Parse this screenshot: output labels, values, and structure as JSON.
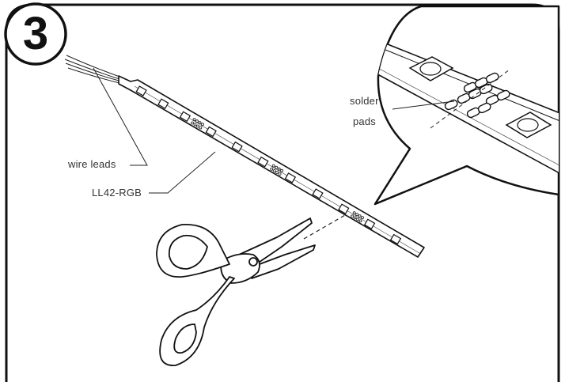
{
  "step": {
    "number": "3"
  },
  "callouts": {
    "wire_leads": "wire leads",
    "strip_model": "LL42-RGB",
    "solder_line1": "solder",
    "solder_line2": "pads"
  },
  "colors": {
    "stroke": "#1a1a1a",
    "text": "#333333",
    "background": "#ffffff"
  }
}
